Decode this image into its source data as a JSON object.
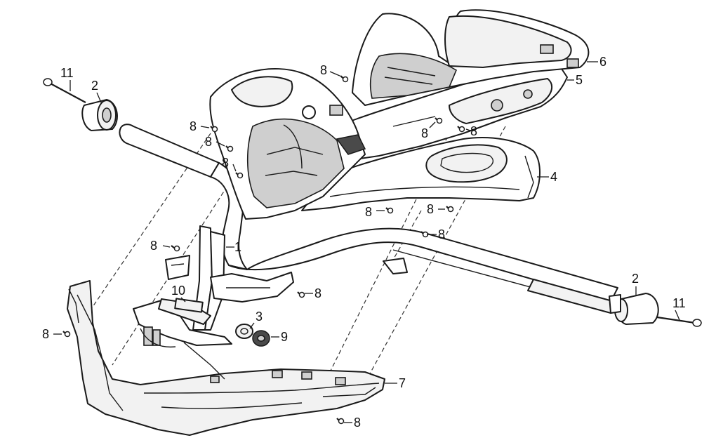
{
  "callouts": {
    "c1": "1",
    "c2a": "2",
    "c2b": "2",
    "c3": "3",
    "c4": "4",
    "c5": "5",
    "c6": "6",
    "c7": "7",
    "c8": "8",
    "c9": "9",
    "c10": "10",
    "c11a": "11",
    "c11b": "11"
  }
}
